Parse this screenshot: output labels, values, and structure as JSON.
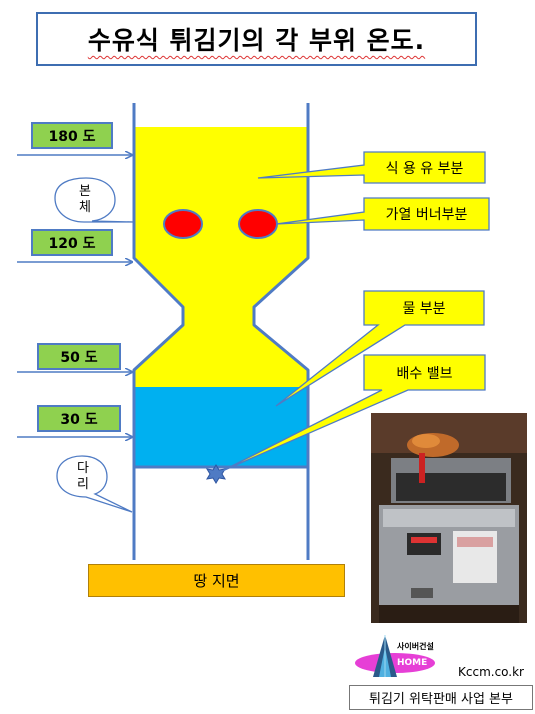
{
  "title": "수유식 튀김기의 각 부위 온도.",
  "temps": {
    "t180": "180 도",
    "t120": "120 도",
    "t50": "50 도",
    "t30": "30 도"
  },
  "callouts": {
    "body": "본\n체",
    "legs": "다\n리",
    "oil": "식 용 유 부분",
    "burner": "가열 버너부분",
    "water": "물 부분",
    "valve": "배수 밸브"
  },
  "ground": "땅 지면",
  "logo": {
    "name": "사이버건설",
    "sub": "HOME"
  },
  "site": "Kccm.co.kr",
  "footer": "튀김기 위탁판매  사업 본부",
  "colors": {
    "oil": "#ffff00",
    "water": "#00b0f0",
    "walls": "#4f7bc4",
    "burner": "#ff0000",
    "temp_box": "#8fd14f",
    "ground": "#ffc000"
  }
}
